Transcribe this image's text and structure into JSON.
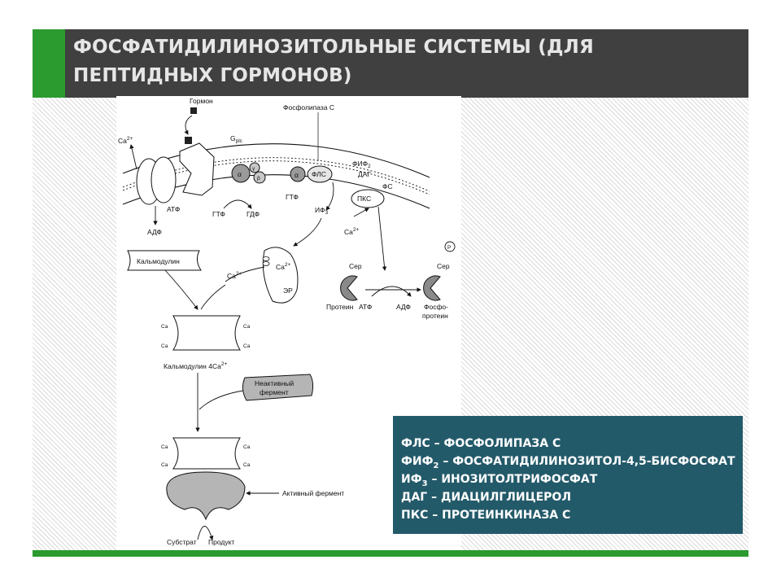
{
  "slide": {
    "title_line1": "ФОСФАТИДИЛИНОЗИТОЛЬНЫЕ СИСТЕМЫ (ДЛЯ",
    "title_line2": "ПЕПТИДНЫХ ГОРМОНОВ)"
  },
  "legend": [
    {
      "abbr": "ФЛС",
      "abbr_sub": "",
      "text": " – ФОСФОЛИПАЗА С"
    },
    {
      "abbr": "ФИФ",
      "abbr_sub": "2",
      "text": " – ФОСФАТИДИЛИНОЗИТОЛ-4,5-БИСФОСФАТ"
    },
    {
      "abbr": "ИФ",
      "abbr_sub": "3",
      "text": " – ИНОЗИТОЛТРИФОСФАТ"
    },
    {
      "abbr": "ДАГ",
      "abbr_sub": "",
      "text": " – ДИАЦИЛГЛИЦЕРОЛ"
    },
    {
      "abbr": "ПКС",
      "abbr_sub": "",
      "text": " – ПРОТЕИНКИНАЗА С"
    }
  ],
  "diagram": {
    "hormone": "Гормон",
    "phospholipase_c": "Фосфолипаза С",
    "ca_top": "Ca",
    "ca_top_sup": "2+",
    "g_protein": "G",
    "g_protein_sub": "plc",
    "alpha1": "α",
    "beta": "β",
    "gamma": "γ",
    "alpha2": "α",
    "flc": "ФЛС",
    "fif": "ФИФ",
    "fif_sub": "2",
    "dag": "ДАГ",
    "fs": "ФС",
    "pkc": "ПКС",
    "atp1": "АТФ",
    "adp1": "АДФ",
    "gtp1": "ГТФ",
    "gdp": "ГДФ",
    "gtp2": "ГТФ",
    "if3": "ИФ",
    "if3_sub": "3",
    "ca_pkc": "Ca",
    "ca_pkc_sup": "2+",
    "calmodulin": "Кальмодулин",
    "ca_calm": "Ca",
    "ca_calm_sup": "2+",
    "ca_er": "Ca",
    "ca_er_sup": "2+",
    "er": "ЭР",
    "ser1": "Сер",
    "ser2": "Сер",
    "p_circle": "P",
    "protein": "Протеин",
    "atp2": "АТФ",
    "adp2": "АДФ",
    "phospho_line1": "Фосфо-",
    "phospho_line2": "протеин",
    "ca_site": "Ca",
    "calmodulin4": "Кальмодулин 4Ca",
    "calmodulin4_sup": "2+",
    "inactive_line1": "Неактивный",
    "inactive_line2": "фермент",
    "active_enzyme": "Активный фермент",
    "substrate": "Субстрат",
    "product": "Продукт"
  }
}
